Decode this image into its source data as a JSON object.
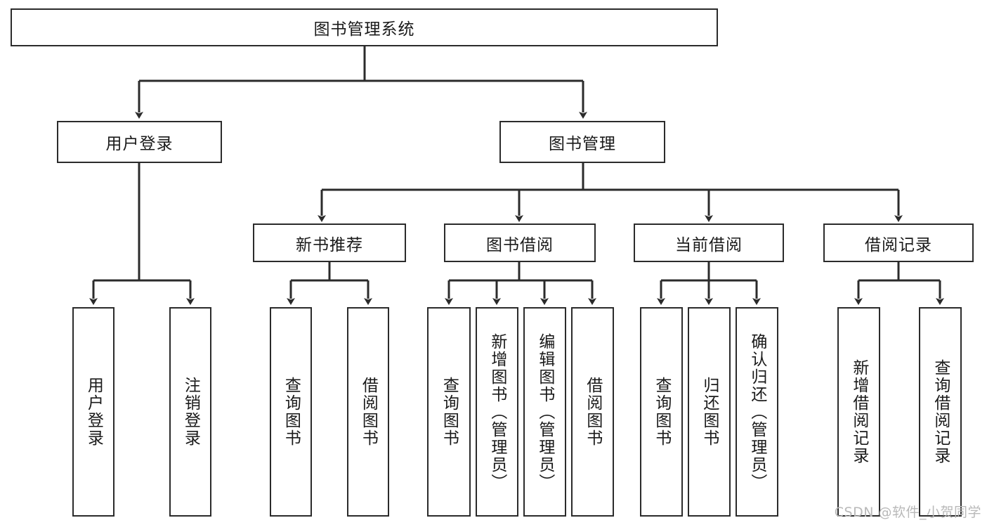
{
  "diagram": {
    "title": "图书管理系统",
    "type": "tree-hierarchy-chart",
    "root": {
      "label": "图书管理系统"
    },
    "level1": [
      {
        "label": "用户登录"
      },
      {
        "label": "图书管理"
      }
    ],
    "level2": [
      {
        "label": "新书推荐"
      },
      {
        "label": "图书借阅"
      },
      {
        "label": "当前借阅"
      },
      {
        "label": "借阅记录"
      }
    ],
    "leaves": {
      "user_login": [
        {
          "label": "用户登录"
        },
        {
          "label": "注销登录"
        }
      ],
      "new_book_recommend": [
        {
          "label": "查询图书"
        },
        {
          "label": "借阅图书"
        }
      ],
      "book_borrow": [
        {
          "label": "查询图书"
        },
        {
          "label": "新增图书（管理员）"
        },
        {
          "label": "编辑图书（管理员）"
        },
        {
          "label": "借阅图书"
        }
      ],
      "current_borrow": [
        {
          "label": "查询图书"
        },
        {
          "label": "归还图书"
        },
        {
          "label": "确认归还（管理员）"
        }
      ],
      "borrow_record": [
        {
          "label": "新增借阅记录"
        },
        {
          "label": "查询借阅记录"
        }
      ]
    },
    "colors": {
      "stroke": "#2b2b2b",
      "fill": "#ffffff",
      "text": "#1a1a1a",
      "watermark": "#b9b9b9"
    }
  },
  "watermark": {
    "text": "CSDN @软件_小贺同学"
  }
}
